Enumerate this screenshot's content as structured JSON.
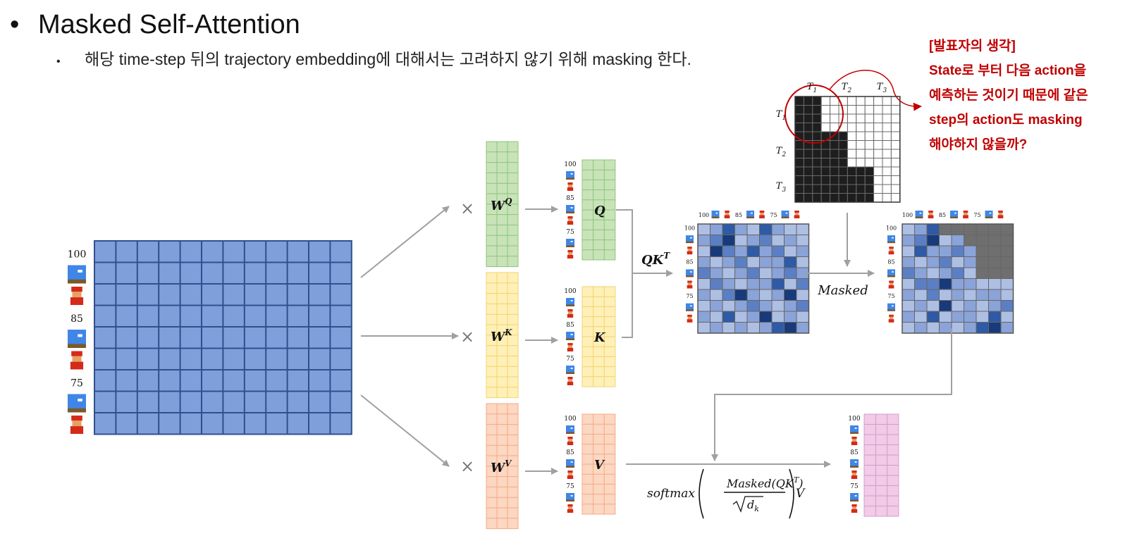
{
  "slide": {
    "title": "Masked Self-Attention",
    "bullet": "해당 time-step 뒤의 trajectory embedding에 대해서는 고려하지 않기 위해 masking 한다."
  },
  "note": {
    "lines": [
      "[발표자의 생각]",
      " State로 부터 다음 action을",
      "예측하는 것이기 때문에 같은",
      "step의 action도 masking",
      "해야하지 않을까?"
    ]
  },
  "diagram": {
    "returns": [
      "100",
      "85",
      "75"
    ],
    "token_icons": [
      "return-label",
      "state-icon",
      "action-icon"
    ],
    "weights": [
      {
        "name": "W",
        "sup": "Q",
        "color": "#c9e3b9",
        "stroke": "#8cc47a"
      },
      {
        "name": "W",
        "sup": "K",
        "color": "#fff0b8",
        "stroke": "#f2d36b"
      },
      {
        "name": "W",
        "sup": "V",
        "color": "#fcd7c2",
        "stroke": "#f4aa85"
      }
    ],
    "outputs": [
      {
        "name": "Q",
        "color": "#c9e3b9",
        "stroke": "#8cc47a"
      },
      {
        "name": "K",
        "color": "#fff0b8",
        "stroke": "#f2d36b"
      },
      {
        "name": "V",
        "color": "#fcd7c2",
        "stroke": "#f4aa85"
      }
    ],
    "multiply_symbol": "×",
    "qk_label": "QK",
    "qk_sup": "T",
    "masked_label": "Masked",
    "timesteps": [
      "T",
      "T",
      "T"
    ],
    "timestep_subs": [
      "1",
      "2",
      "3"
    ],
    "formula": {
      "prefix": "softmax",
      "numerator": "Masked(QK",
      "numerator_sup": "T",
      "numerator_end": ")",
      "denominator": "d",
      "denominator_sub": "k",
      "suffix": "V"
    },
    "colors": {
      "embedding": "#7f9fdb",
      "embedding_stroke": "#2f4f8f",
      "result": "#f2cbe6",
      "result_stroke": "#d79ad0",
      "mask_grey": "#6f6f6f",
      "mask_black": "#1e1e1e",
      "note_red": "#c00000",
      "arrow": "#a0a0a0"
    },
    "attention_levels": [
      [
        1,
        2,
        4,
        2,
        1,
        4,
        2,
        1,
        1
      ],
      [
        2,
        3,
        5,
        1,
        2,
        3,
        1,
        2,
        1
      ],
      [
        1,
        5,
        3,
        2,
        4,
        2,
        3,
        1,
        2
      ],
      [
        2,
        1,
        2,
        3,
        1,
        2,
        2,
        4,
        1
      ],
      [
        3,
        2,
        1,
        2,
        3,
        1,
        2,
        3,
        2
      ],
      [
        1,
        3,
        2,
        1,
        2,
        2,
        4,
        1,
        3
      ],
      [
        2,
        1,
        3,
        5,
        2,
        1,
        2,
        5,
        1
      ],
      [
        1,
        2,
        1,
        2,
        3,
        2,
        1,
        2,
        3
      ],
      [
        2,
        1,
        4,
        1,
        2,
        5,
        1,
        2,
        1
      ],
      [
        1,
        2,
        1,
        2,
        1,
        2,
        4,
        5,
        2
      ]
    ],
    "masked_levels": [
      [
        1,
        2,
        4
      ],
      [
        2,
        3,
        5,
        1,
        2
      ],
      [
        1,
        4,
        2,
        2,
        3,
        2
      ],
      [
        2,
        1,
        2,
        3,
        1,
        2
      ],
      [
        3,
        2,
        1,
        2,
        3,
        1
      ],
      [
        1,
        3,
        3,
        5,
        2,
        2,
        1,
        1,
        1
      ],
      [
        2,
        1,
        3,
        1,
        2,
        1,
        2,
        2,
        1
      ],
      [
        1,
        2,
        1,
        5,
        1,
        2,
        1,
        2,
        3
      ],
      [
        2,
        1,
        4,
        1,
        2,
        2,
        1,
        4,
        1
      ],
      [
        1,
        2,
        1,
        2,
        1,
        2,
        4,
        5,
        2
      ]
    ]
  }
}
